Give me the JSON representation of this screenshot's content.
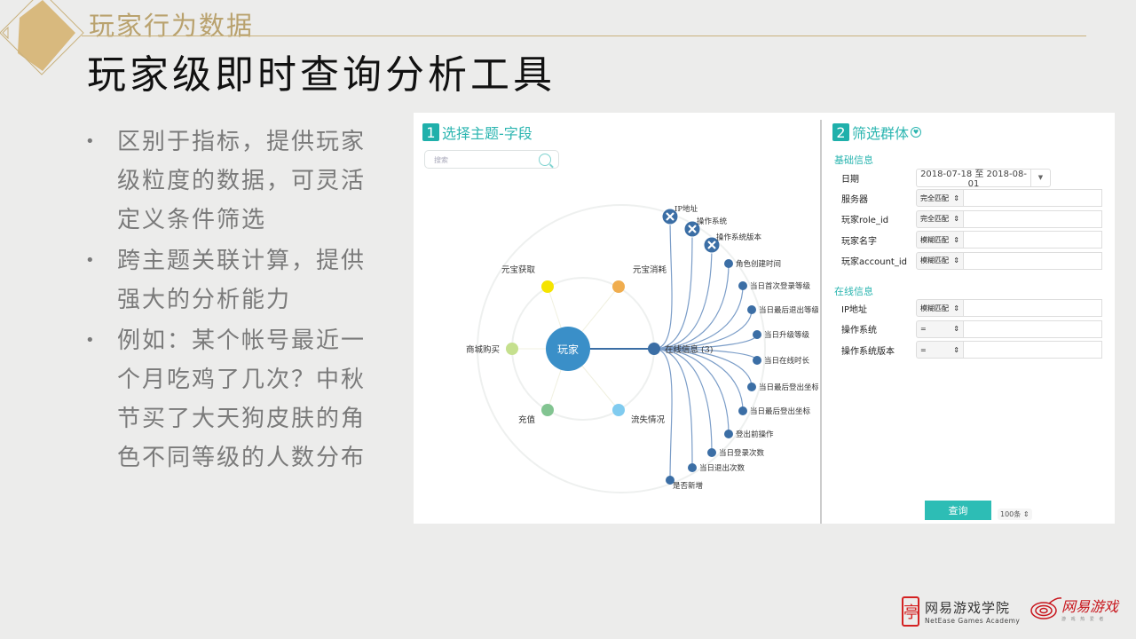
{
  "header": {
    "subtitle": "玩家行为数据",
    "title": "玩家级即时查询分析工具"
  },
  "bullets": [
    "区别于指标，提供玩家级粒度的数据，可灵活定义条件筛选",
    "跨主题关联计算，提供强大的分析能力",
    "例如：某个帐号最近一个月吃鸡了几次？中秋节买了大天狗皮肤的角色不同等级的人数分布"
  ],
  "bullet_marker": "•",
  "panel": {
    "left": {
      "step": "1",
      "title": "选择主题-字段",
      "search_placeholder": "搜索",
      "graph": {
        "center": "玩家",
        "topics": [
          {
            "label": "元宝获取",
            "color": "#f5e400"
          },
          {
            "label": "元宝消耗",
            "color": "#f0ad4e"
          },
          {
            "label": "商城购买",
            "color": "#c5e08e"
          },
          {
            "label": "充值",
            "color": "#82c491"
          },
          {
            "label": "流失情况",
            "color": "#80cbef"
          },
          {
            "label": "在线信息 (3)",
            "color": "#3b6ea5"
          }
        ],
        "fields": [
          {
            "label": "IP地址",
            "selected": true
          },
          {
            "label": "操作系统",
            "selected": true
          },
          {
            "label": "操作系统版本",
            "selected": true
          },
          {
            "label": "角色创建时间",
            "selected": false
          },
          {
            "label": "当日首次登录等级",
            "selected": false
          },
          {
            "label": "当日最后退出等级",
            "selected": false
          },
          {
            "label": "当日升级等级",
            "selected": false
          },
          {
            "label": "当日在线时长",
            "selected": false
          },
          {
            "label": "当日最后登出坐标",
            "selected": false
          },
          {
            "label": "当日最后登出坐标",
            "selected": false
          },
          {
            "label": "登出前操作",
            "selected": false
          },
          {
            "label": "当日登录次数",
            "selected": false
          },
          {
            "label": "当日退出次数",
            "selected": false
          },
          {
            "label": "是否新增",
            "selected": false
          }
        ]
      }
    },
    "right": {
      "step": "2",
      "title": "筛选群体",
      "group1": "基础信息",
      "date_label": "日期",
      "date_value": "2018-07-18 至 2018-08-01",
      "rows1": [
        {
          "label": "服务器",
          "match": "完全匹配",
          "value": ""
        },
        {
          "label": "玩家role_id",
          "match": "完全匹配",
          "value": ""
        },
        {
          "label": "玩家名字",
          "match": "模糊匹配",
          "value": ""
        },
        {
          "label": "玩家account_id",
          "match": "模糊匹配",
          "value": ""
        }
      ],
      "group2": "在线信息",
      "rows2": [
        {
          "label": "IP地址",
          "match": "模糊匹配",
          "value": ""
        },
        {
          "label": "操作系统",
          "match": "=",
          "value": ""
        },
        {
          "label": "操作系统版本",
          "match": "=",
          "value": ""
        }
      ],
      "query_button": "查询",
      "limit": "100条"
    }
  },
  "footer": {
    "academy_cn": "网易游戏学院",
    "academy_en": "NetEase Games Academy",
    "brand_cn": "网易游戏",
    "brand_slogan": "游 戏 热 爱 者"
  },
  "colors": {
    "accent": "#2bb5b0",
    "gold": "#d8b97e",
    "node": "#3b6ea5"
  }
}
